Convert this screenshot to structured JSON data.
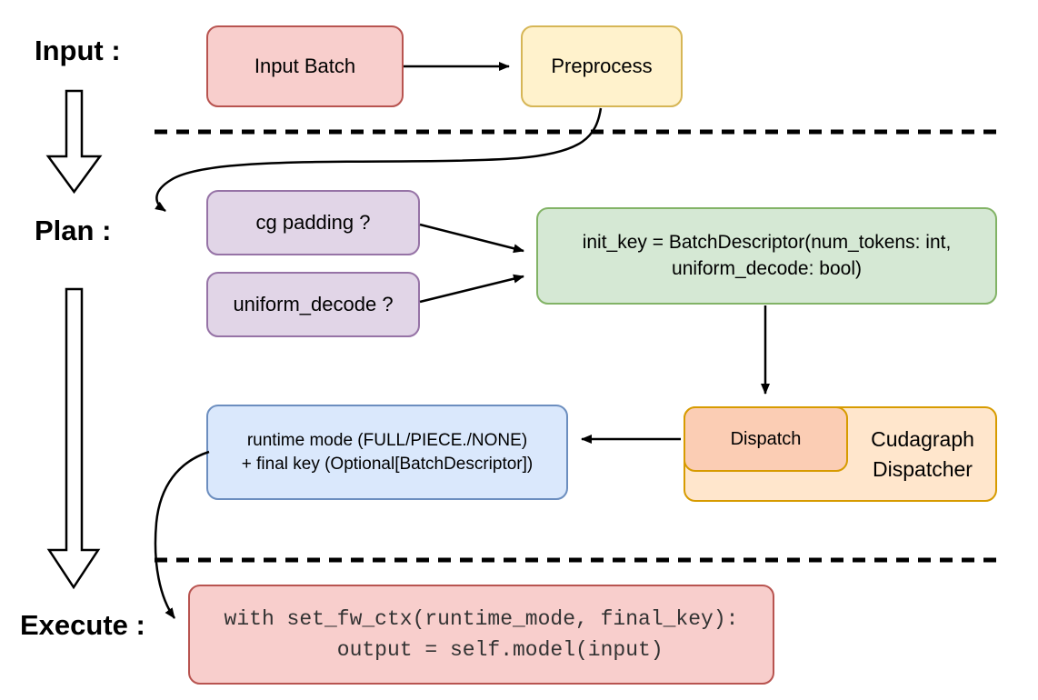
{
  "stage_labels": {
    "input": "Input :",
    "plan": "Plan :",
    "execute": "Execute :"
  },
  "nodes": {
    "input_batch": {
      "label": "Input Batch"
    },
    "preprocess": {
      "label": "Preprocess"
    },
    "cg_padding": {
      "label": "cg padding ?"
    },
    "uniform_decode": {
      "label": "uniform_decode ?"
    },
    "init_key": {
      "line1": "init_key = BatchDescriptor(num_tokens: int,",
      "line2": "uniform_decode: bool)"
    },
    "dispatch": {
      "label": "Dispatch"
    },
    "cudagraph_dispatcher": {
      "line1": "Cudagraph",
      "line2": "Dispatcher"
    },
    "runtime_mode": {
      "line1": "runtime mode (FULL/PIECE./NONE)",
      "line2": "+ final key (Optional[BatchDescriptor])"
    },
    "execute_code": {
      "line1": "with set_fw_ctx(runtime_mode, final_key):",
      "line2": "   output = self.model(input)"
    }
  },
  "colors": {
    "red_fill": "#F8CECC",
    "red_stroke": "#B85450",
    "yellow_fill": "#FFF2CC",
    "yellow_stroke": "#D6B656",
    "purple_fill": "#E1D5E7",
    "purple_stroke": "#9673A6",
    "green_fill": "#D5E8D4",
    "green_stroke": "#82B366",
    "blue_fill": "#DAE8FC",
    "blue_stroke": "#6C8EBF",
    "orange_fill": "#FFE6CC",
    "orange_stroke": "#D79B00",
    "peach_fill": "#FBCDB4",
    "line_color": "#000000"
  }
}
